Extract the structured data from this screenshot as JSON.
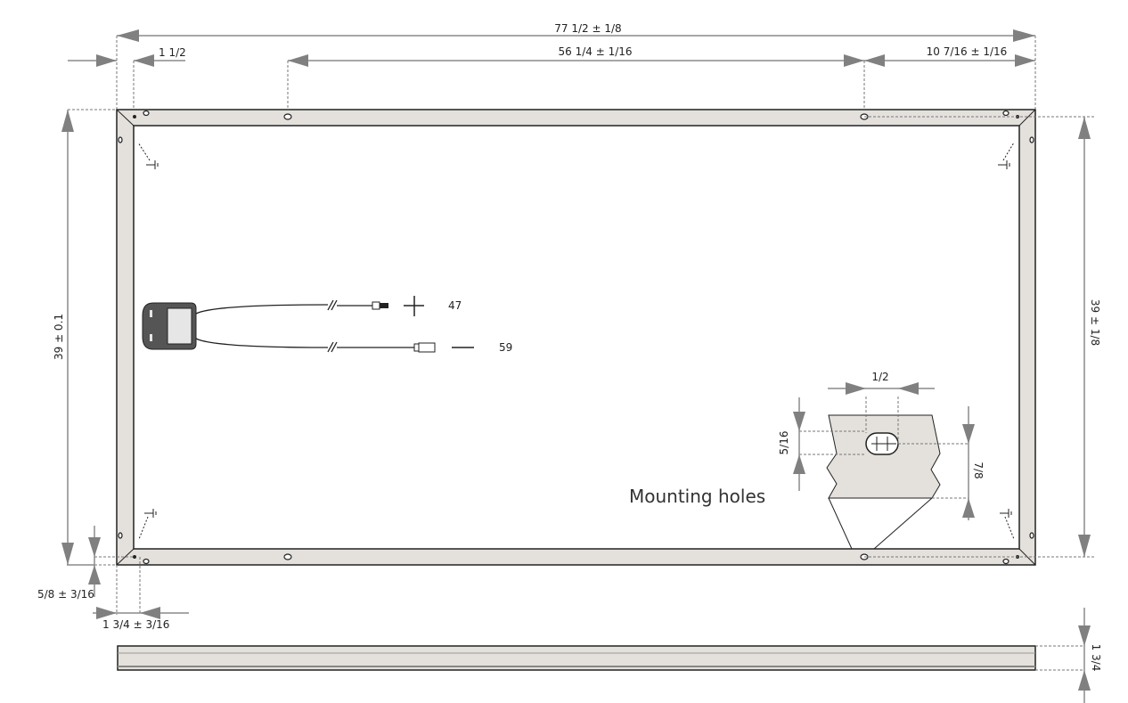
{
  "title": "Solar module dimension drawing",
  "dimensions": {
    "overall_length": "77 1/2 ± 1/8",
    "frame_offset": "1 1/2",
    "mounting_spacing": "56 1/4 ± 1/16",
    "mounting_offset": "10 7/16 ± 1/16",
    "height_left": "39 ± 0.1",
    "height_right": "39 ± 1/8",
    "ground_offset_vertical": "5/8 ± 3/16",
    "ground_offset_horizontal": "1 3/4 ± 3/16",
    "frame_depth": "1 3/4"
  },
  "cables": {
    "positive_length": "47",
    "negative_length": "59"
  },
  "mounting_detail": {
    "label": "Mounting holes",
    "width": "1/2",
    "height": "5/16",
    "offset": "7/8"
  }
}
